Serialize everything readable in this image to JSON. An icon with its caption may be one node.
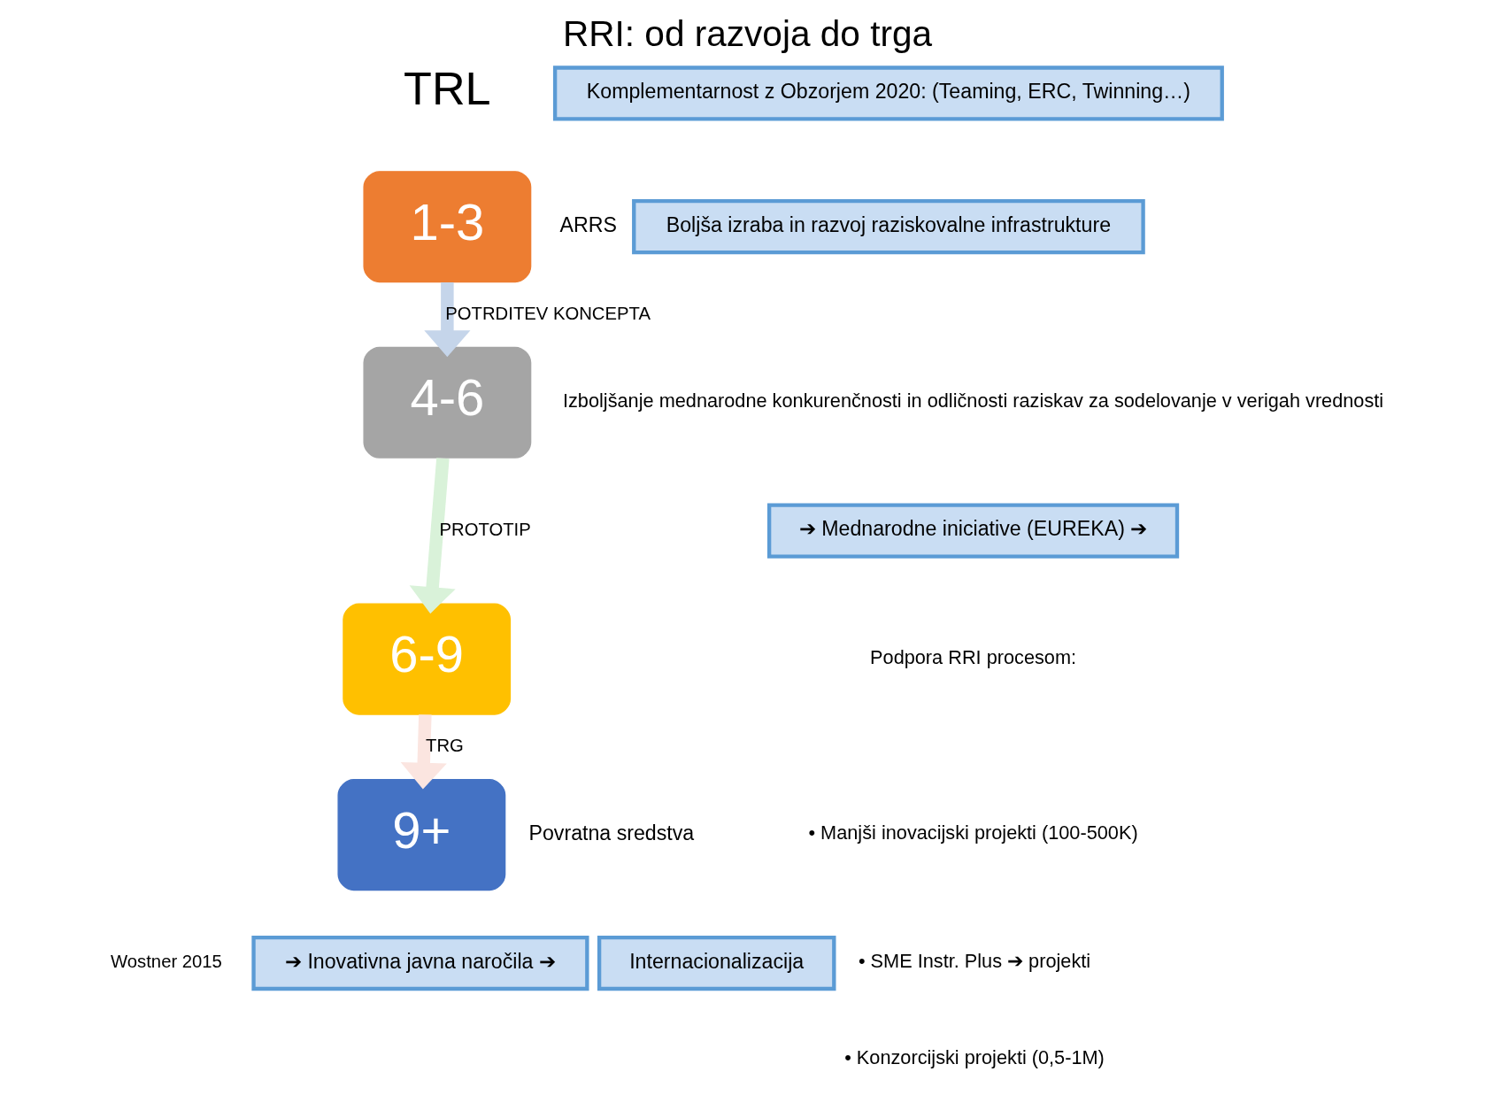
{
  "diagram": {
    "title": "RRI: od razvoja do trga",
    "caption": "Wostner 2015",
    "nodes": [
      {
        "text": [
          "1-3"
        ],
        "beside": [
          "ARRS"
        ]
      },
      {
        "text": [
          "4-6"
        ]
      },
      {
        "text": [
          "6-9"
        ]
      },
      {
        "text": [
          "9+"
        ],
        "beside": [
          "Povratna sredstva"
        ]
      },
      {
        "text": [
          "Komplementarnost z Obzorjem 2020: (Teaming, ERC, Twinning…)"
        ]
      },
      {
        "text": [
          "Boljša izraba in razvoj raziskovalne infrastrukture"
        ]
      },
      {
        "text": [
          "➔ Mednarodne iniciative (EUREKA) ➔"
        ]
      },
      {
        "text": [
          "➔ Inovativna javna naročila ➔"
        ]
      },
      {
        "text": [
          "Internacionalizacija"
        ]
      }
    ],
    "edges": [
      {
        "from": 0,
        "to": 1,
        "arrow": "to",
        "label": "POTRDITEV KONCEPTA",
        "color": "#c5d5ea"
      },
      {
        "from": 1,
        "to": 2,
        "arrow": "to",
        "label": "PROTOTIP",
        "color": "#d9f2d9"
      },
      {
        "from": 2,
        "to": 3,
        "arrow": "to",
        "label": "TRG",
        "color": "#fbe5e0"
      }
    ],
    "labels": [
      "TRL",
      "Izboljšanje mednarodne konkurenčnosti in odličnosti raziskav za sodelovanje v verigah vrednosti",
      "Podpora RRI procesom:",
      "• Manjši inovacijski projekti (100-500K)",
      "• SME Instr. Plus ➔ projekti",
      "• Konzorcijski projekti (0,5-1M)"
    ]
  }
}
